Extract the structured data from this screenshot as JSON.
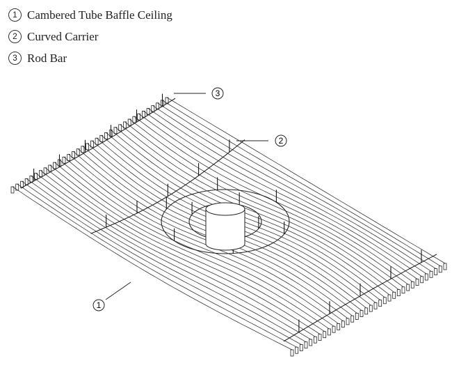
{
  "legend": {
    "items": [
      {
        "number": "1",
        "label": "Cambered Tube Baffle Ceiling"
      },
      {
        "number": "2",
        "label": "Curved Carrier"
      },
      {
        "number": "3",
        "label": "Rod Bar"
      }
    ]
  },
  "callouts": {
    "rod_bar": "3",
    "curved_carrier": "2",
    "ceiling": "1"
  }
}
